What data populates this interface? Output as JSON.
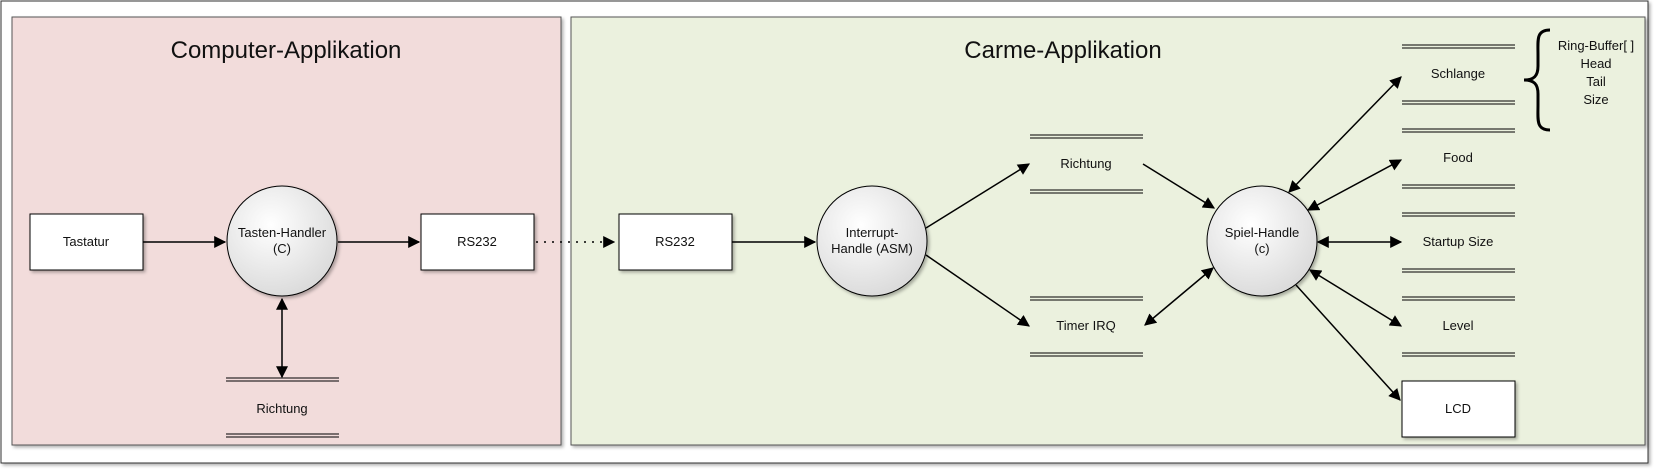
{
  "panels": {
    "computer": {
      "title": "Computer-Applikation",
      "fill": "#f2dcdb"
    },
    "carme": {
      "title": "Carme-Applikation",
      "fill": "#ebf1de"
    }
  },
  "nodes": {
    "tastatur": "Tastatur",
    "tasten_handler": [
      "Tasten-Handler",
      "(C)"
    ],
    "rs232_pc": "RS232",
    "richtung_pc": "Richtung",
    "rs232_carme": "RS232",
    "interrupt_handle": [
      "Interrupt-",
      "Handle (ASM)"
    ],
    "richtung_carme": "Richtung",
    "timer_irq": "Timer IRQ",
    "spiel_handle": [
      "Spiel-Handle",
      "(c)"
    ],
    "schlange": "Schlange",
    "food": "Food",
    "startup_size": "Startup Size",
    "level": "Level",
    "lcd": "LCD"
  },
  "schlange_fields": [
    "Ring-Buffer[ ]",
    "Head",
    "Tail",
    "Size"
  ],
  "colors": {
    "line": "#000000",
    "node_fill": "#ffffff",
    "circle_center": "#ffffff",
    "circle_edge": "#d9d9d9"
  }
}
